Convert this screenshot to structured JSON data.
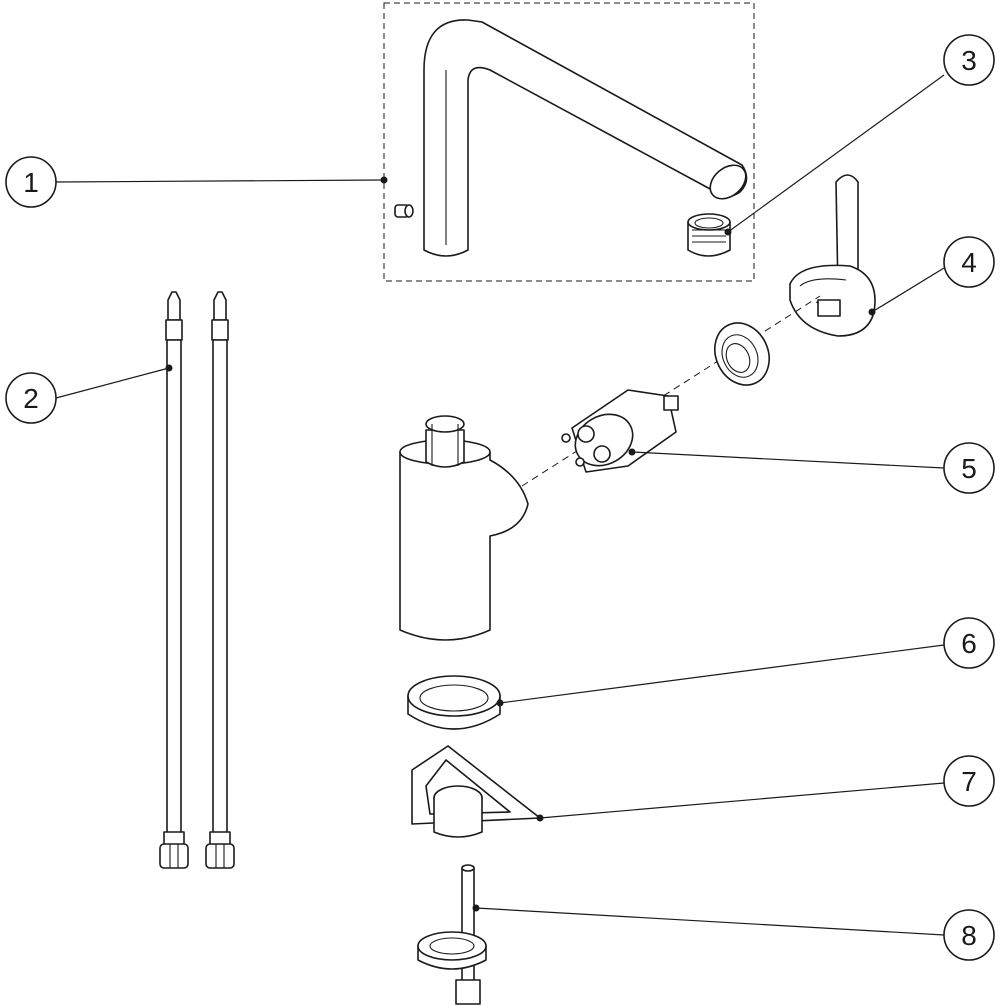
{
  "callouts": [
    {
      "id": "callout-1",
      "number": "1"
    },
    {
      "id": "callout-2",
      "number": "2"
    },
    {
      "id": "callout-3",
      "number": "3"
    },
    {
      "id": "callout-4",
      "number": "4"
    },
    {
      "id": "callout-5",
      "number": "5"
    },
    {
      "id": "callout-6",
      "number": "6"
    },
    {
      "id": "callout-7",
      "number": "7"
    },
    {
      "id": "callout-8",
      "number": "8"
    }
  ],
  "colors": {
    "line": "#1a1a1a",
    "background": "#ffffff"
  }
}
